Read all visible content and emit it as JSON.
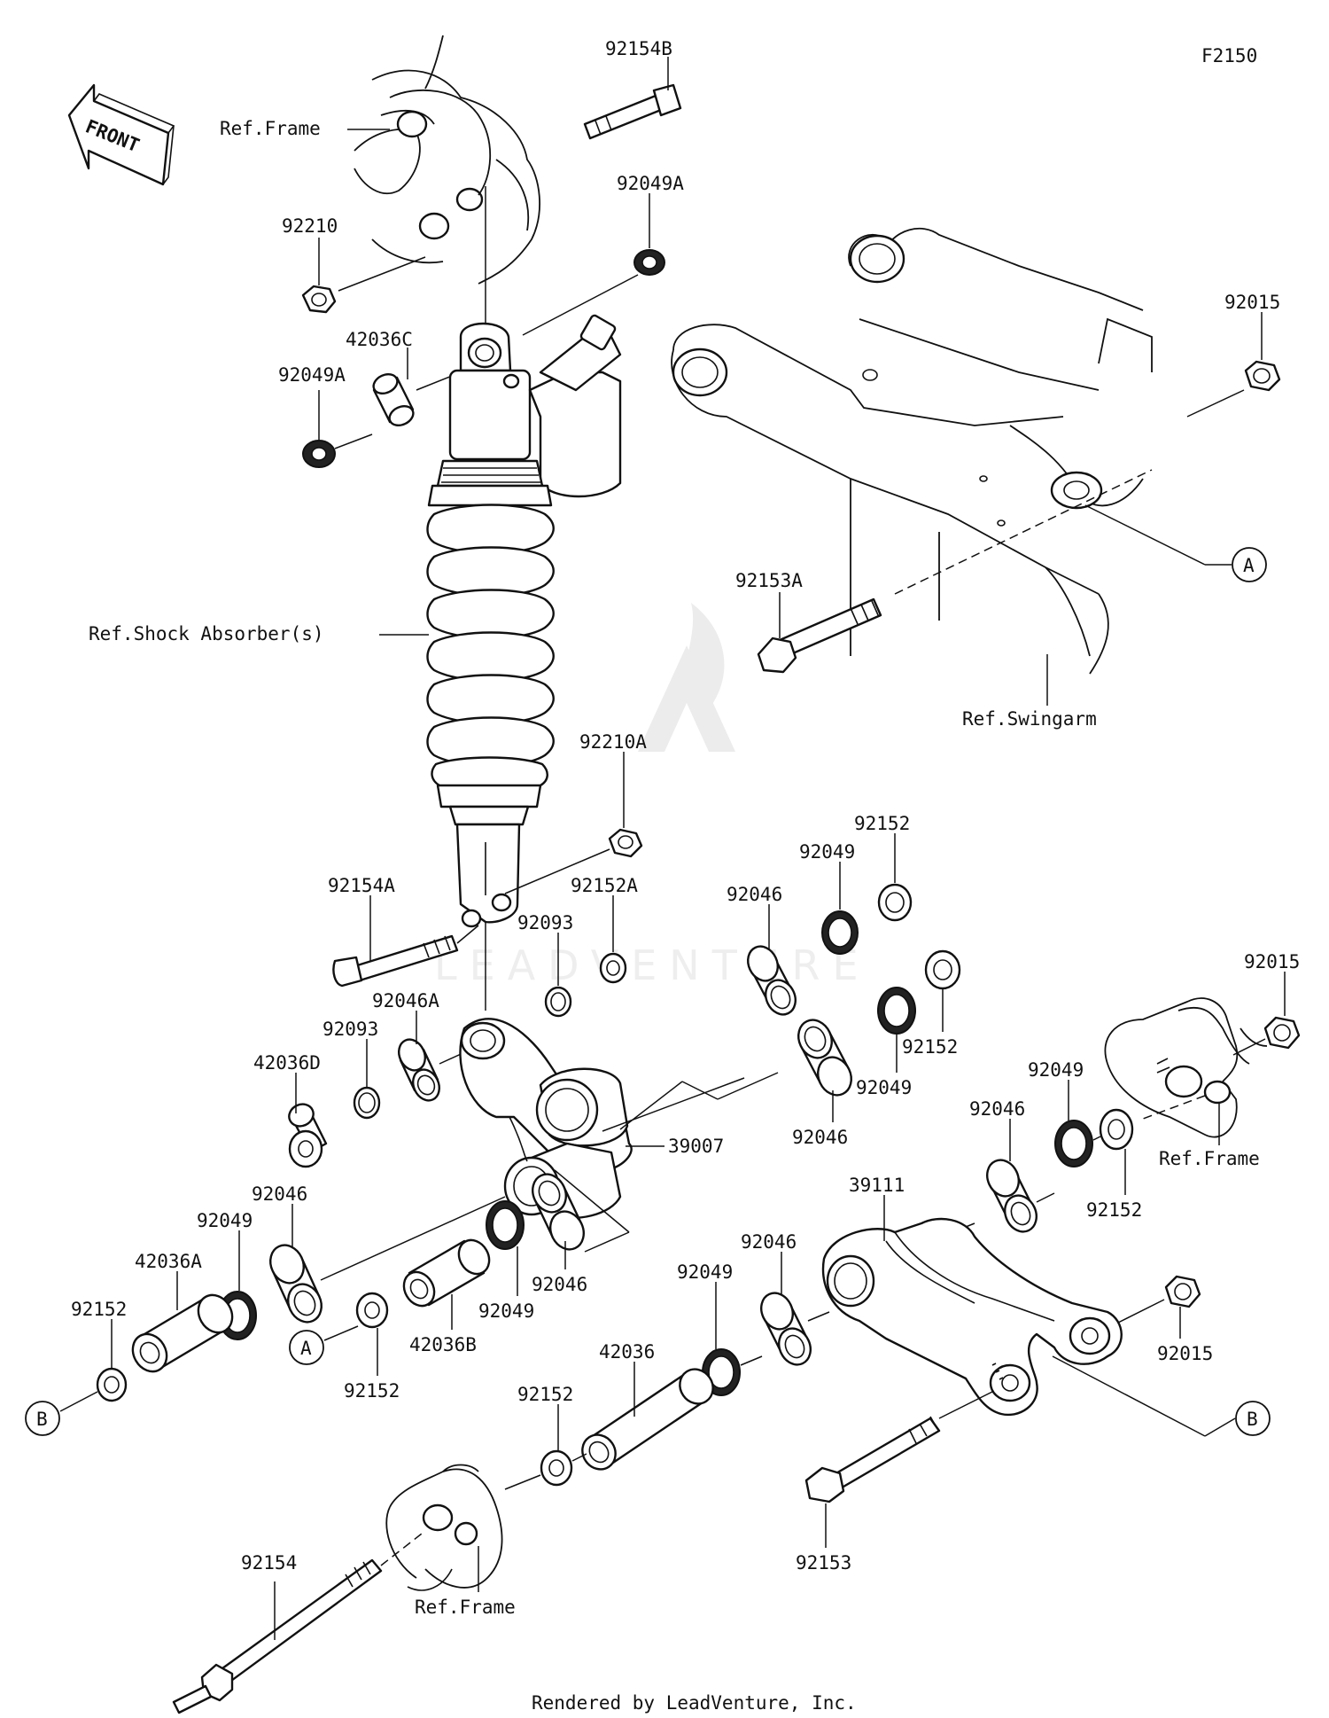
{
  "figure_code": "F2150",
  "front_arrow_label": "FRONT",
  "footer": "Rendered by LeadVenture, Inc.",
  "watermark": "LEADVENTURE",
  "labels": {
    "p92154B": "92154B",
    "ref_frame_top": "Ref.Frame",
    "p92049A_top": "92049A",
    "p92210": "92210",
    "p42036C": "42036C",
    "p92049A_left": "92049A",
    "ref_shock": "Ref.Shock Absorber(s)",
    "p92015_top": "92015",
    "circle_A_swingarm": "A",
    "p92153A": "92153A",
    "ref_swingarm": "Ref.Swingarm",
    "p92210A": "92210A",
    "p92152_top": "92152",
    "p92049_top": "92049",
    "p92046_top": "92046",
    "p92152A": "92152A",
    "p92154A": "92154A",
    "p92093_top": "92093",
    "p92046A": "92046A",
    "p92093_left": "92093",
    "p42036D": "42036D",
    "p92152_right": "92152",
    "p92049_mid": "92049",
    "p92046_mid": "92046",
    "p39007": "39007",
    "p92015_right": "92015",
    "p92049_rf": "92049",
    "p92046_rf": "92046",
    "ref_frame_right": "Ref.Frame",
    "p92152_rf": "92152",
    "p39111": "39111",
    "p92046_left": "92046",
    "p92049_left": "92049",
    "p42036A": "42036A",
    "p92152_left": "92152",
    "circle_B_left": "B",
    "circle_A_low": "A",
    "p92152_low": "92152",
    "p42036B": "42036B",
    "p92049_low": "92049",
    "p92046_low": "92046",
    "p92046_link": "92046",
    "p92049_link": "92049",
    "p42036": "42036",
    "p92015_link": "92015",
    "circle_B_right": "B",
    "p92152_bottom": "92152",
    "p92154": "92154",
    "ref_frame_bottom": "Ref.Frame",
    "p92153": "92153"
  }
}
